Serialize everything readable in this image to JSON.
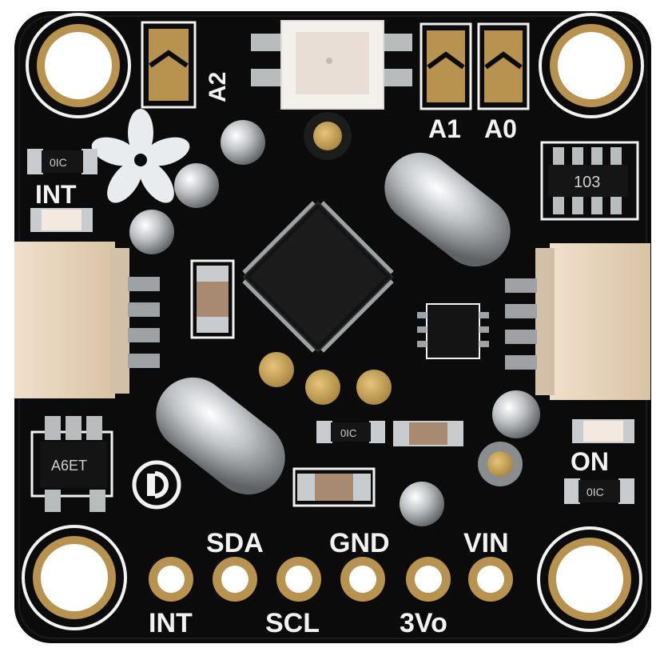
{
  "image": {
    "subject": "adafruit-breakout-board-photo",
    "colors": {
      "board": "#0b0b0b",
      "silkscreen": "#f2f2f2",
      "gold": "#c9a557",
      "copper_ring": "#b8924f",
      "tin": "#cfd2d4",
      "connector": "#e8d6bf"
    }
  },
  "labels": {
    "a2": "A2",
    "a1": "A1",
    "a0": "A0",
    "int_top": "INT",
    "on": "ON",
    "sda": "SDA",
    "gnd": "GND",
    "vin": "VIN",
    "int_bottom": "INT",
    "scl": "SCL",
    "v3o": "3Vo",
    "resistor_array": "103",
    "resistor_small": "0IC",
    "transistor_marking": "A6ET"
  },
  "icons": {
    "logo": "adafruit-flower-logo",
    "badge": "d-badge-icon"
  }
}
